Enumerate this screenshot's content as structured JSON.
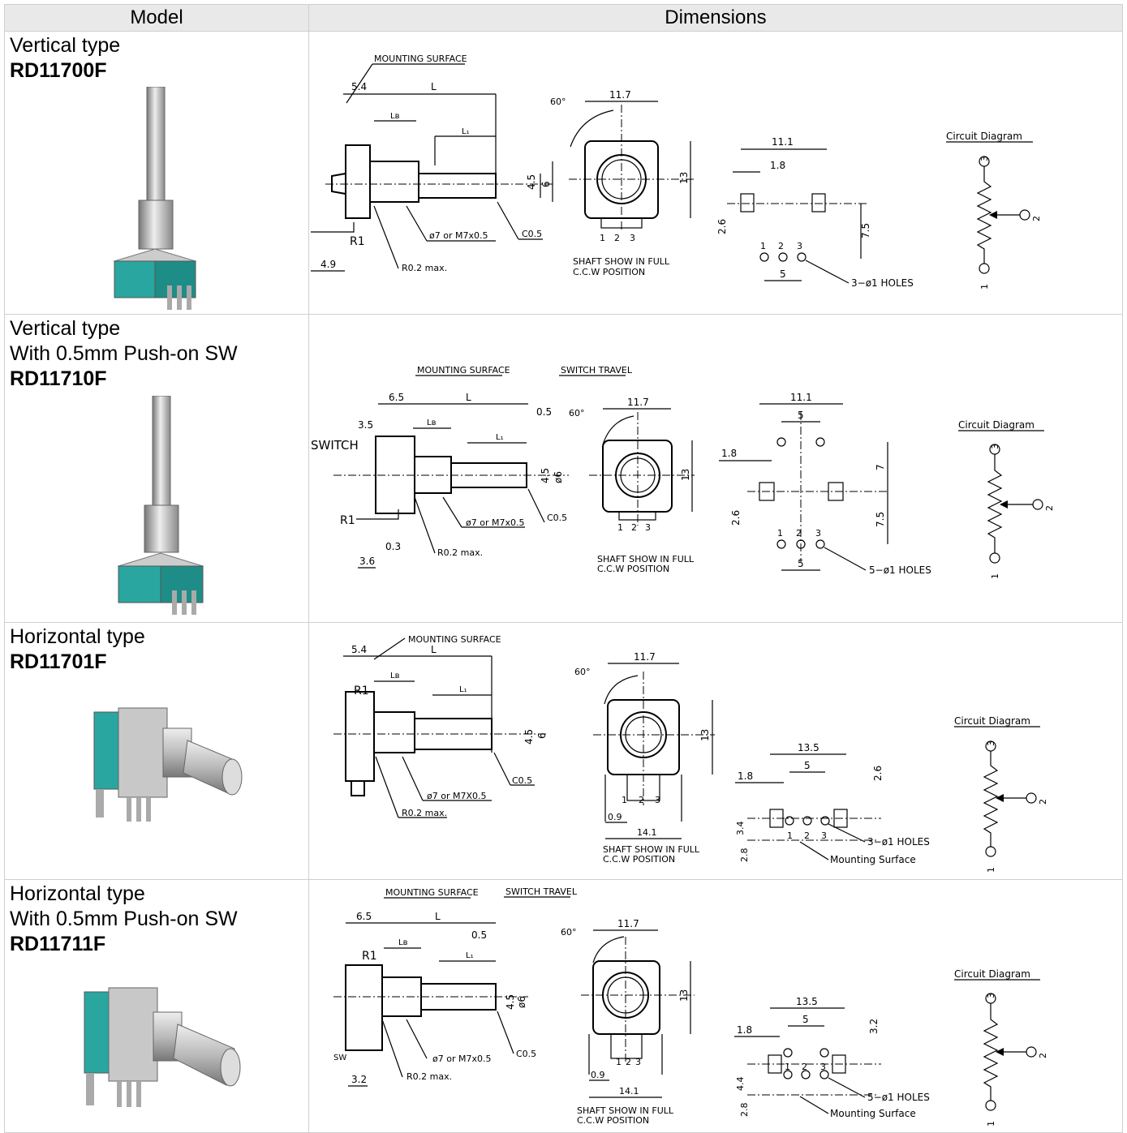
{
  "header": {
    "model": "Model",
    "dimensions": "Dimensions"
  },
  "rows": [
    {
      "line1": "Vertical type",
      "line2": "",
      "code": "RD11700F",
      "d": {
        "mounting": "MOUNTING SURFACE",
        "travel": "",
        "d_flange": "5.4",
        "d_flange_sw": "",
        "L": "L",
        "Lb": "Lʙ",
        "L1": "L₁",
        "d45": "4.5",
        "d6": "6",
        "r1": "R1",
        "sw": "",
        "d49": "4.9",
        "d03": "",
        "d05": "",
        "phi": "ø7 or M7x0.5",
        "c05": "C0.5",
        "r02": "R0.2 max.",
        "angle": "60°",
        "w117": "11.7",
        "h13": "13",
        "p1": "1",
        "p2": "2",
        "p3": "3",
        "shaft1": "SHAFT SHOW IN FULL",
        "shaft2": "C.C.W POSITION",
        "w111": "11.1",
        "w18": "1.8",
        "h26": "2.6",
        "h75": "7.5",
        "h7": "",
        "w5": "5",
        "w5b": "",
        "holes": "3−ø1 HOLES",
        "circuit": "Circuit Diagram",
        "c1": "1",
        "c2": "2",
        "c3": "3"
      }
    },
    {
      "line1": "Vertical type",
      "line2": "With 0.5mm Push-on SW",
      "code": "RD11710F",
      "d": {
        "mounting": "MOUNTING SURFACE",
        "travel": "SWITCH TRAVEL",
        "d_flange": "6.5",
        "d_flange_sw": "3.5",
        "L": "L",
        "Lb": "Lʙ",
        "L1": "L₁",
        "d45": "4.5",
        "d6": "ø6",
        "r1": "R1",
        "sw": "SWITCH",
        "d49": "3.6",
        "d03": "0.3",
        "d05": "0.5",
        "phi": "ø7 or M7x0.5",
        "c05": "C0.5",
        "r02": "R0.2 max.",
        "angle": "60°",
        "w117": "11.7",
        "h13": "13",
        "p1": "1",
        "p2": "2",
        "p3": "3",
        "shaft1": "SHAFT SHOW IN FULL",
        "shaft2": "C.C.W POSITION",
        "w111": "11.1",
        "w18": "1.8",
        "h26": "2.6",
        "h75": "7.5",
        "h7": "7",
        "w5": "5",
        "w5b": "5",
        "holes": "5−ø1 HOLES",
        "circuit": "Circuit Diagram",
        "c1": "1",
        "c2": "2",
        "c3": "3"
      }
    },
    {
      "line1": "Horizontal type",
      "line2": "",
      "code": "RD11701F",
      "d": {
        "mounting": "MOUNTING SURFACE",
        "travel": "",
        "d_flange": "5.4",
        "L": "L",
        "Lb": "Lʙ",
        "L1": "L₁",
        "d45": "4.5",
        "d6": "6",
        "r1": "R1",
        "phi": "ø7 or M7X0.5",
        "c05": "C0.5",
        "r02": "R0.2 max.",
        "angle": "60°",
        "w117": "11.7",
        "h13": "13",
        "p1": "1",
        "p2": "2",
        "p3": "3",
        "w09": "0.9",
        "w141": "14.1",
        "shaft1": "SHAFT SHOW IN FULL",
        "shaft2": "C.C.W POSITION",
        "w135": "13.5",
        "w5": "5",
        "w18": "1.8",
        "h26": "2.6",
        "h34": "3.4",
        "h28": "2.8",
        "holes": "3−ø1 HOLES",
        "msurf": "Mounting Surface",
        "circuit": "Circuit Diagram",
        "c1": "1",
        "c2": "2",
        "c3": "3"
      }
    },
    {
      "line1": "Horizontal type",
      "line2": "With 0.5mm Push-on SW",
      "code": "RD11711F",
      "d": {
        "mounting": "MOUNTING SURFACE",
        "travel": "SWITCH TRAVEL",
        "d_flange": "6.5",
        "d05": "0.5",
        "L": "L",
        "Lb": "Lʙ",
        "L1": "L₁",
        "d45": "4.5",
        "d6": "ø6",
        "r1": "R1",
        "sw": "SW",
        "d32": "3.2",
        "phi": "ø7 or M7x0.5",
        "c05": "C0.5",
        "r02": "R0.2 max.",
        "angle": "60°",
        "w117": "11.7",
        "h13": "13",
        "p1": "1",
        "p2": "2",
        "p3": "3",
        "w09": "0.9",
        "w141": "14.1",
        "shaft1": "SHAFT SHOW IN FULL",
        "shaft2": "C.C.W POSITION",
        "w135": "13.5",
        "w5": "5",
        "w18": "1.8",
        "h32": "3.2",
        "h44": "4.4",
        "h28": "2.8",
        "holes": "5−ø1 HOLES",
        "msurf": "Mounting Surface",
        "circuit": "Circuit Diagram",
        "c1": "1",
        "c2": "2",
        "c3": "3"
      }
    }
  ]
}
